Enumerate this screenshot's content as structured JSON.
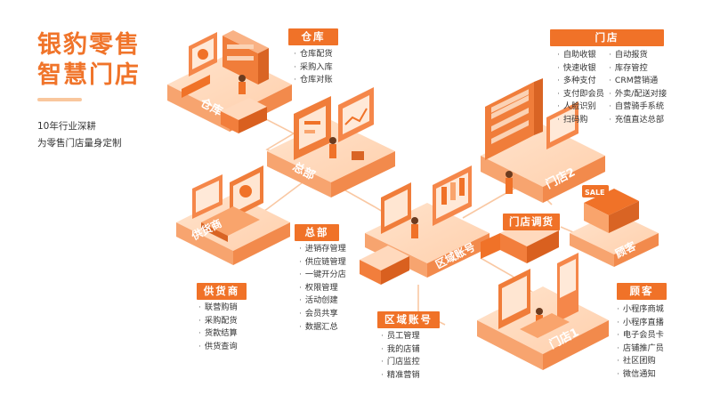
{
  "brand": {
    "title_line1": "银豹零售",
    "title_line2": "智慧门店",
    "subtitle_line1": "10年行业深耕",
    "subtitle_line2": "为零售门店量身定制"
  },
  "modules": {
    "warehouse": {
      "label": "仓库",
      "items": [
        "仓库配货",
        "采购入库",
        "仓库对账"
      ]
    },
    "store": {
      "label": "门店",
      "col1": [
        "自助收银",
        "快速收银",
        "多种支付",
        "支付即会员",
        "人脸识别",
        "扫码购"
      ],
      "col2": [
        "自动报货",
        "库存管控",
        "CRM营销通",
        "外卖/配送对接",
        "自营骑手系统",
        "充值直达总部"
      ]
    },
    "hq": {
      "label": "总部",
      "items": [
        "进销存管理",
        "供应链管理",
        "一键开分店",
        "权限管理",
        "活动创建",
        "会员共享",
        "数据汇总"
      ]
    },
    "supplier": {
      "label": "供货商",
      "items": [
        "联营购销",
        "采购配货",
        "货款结算",
        "供货查询"
      ]
    },
    "region": {
      "label": "区域账号",
      "items": [
        "员工管理",
        "我的店铺",
        "门店监控",
        "精准营销"
      ]
    },
    "customer": {
      "label": "顾客",
      "items": [
        "小程序商城",
        "小程序直播",
        "电子会员卡",
        "店铺推广员",
        "社区团购",
        "微信通知"
      ]
    },
    "transfer": {
      "label": "门店调货"
    }
  },
  "scene_signs": {
    "warehouse": "仓库",
    "hq": "总部",
    "supplier": "供货商",
    "region": "区域账号",
    "store2": "门店2",
    "store1": "门店1",
    "customer": "顾客",
    "sale": "SALE"
  },
  "colors": {
    "accent": "#f07228",
    "title": "#f0742a",
    "light": "#fbd2b4"
  }
}
